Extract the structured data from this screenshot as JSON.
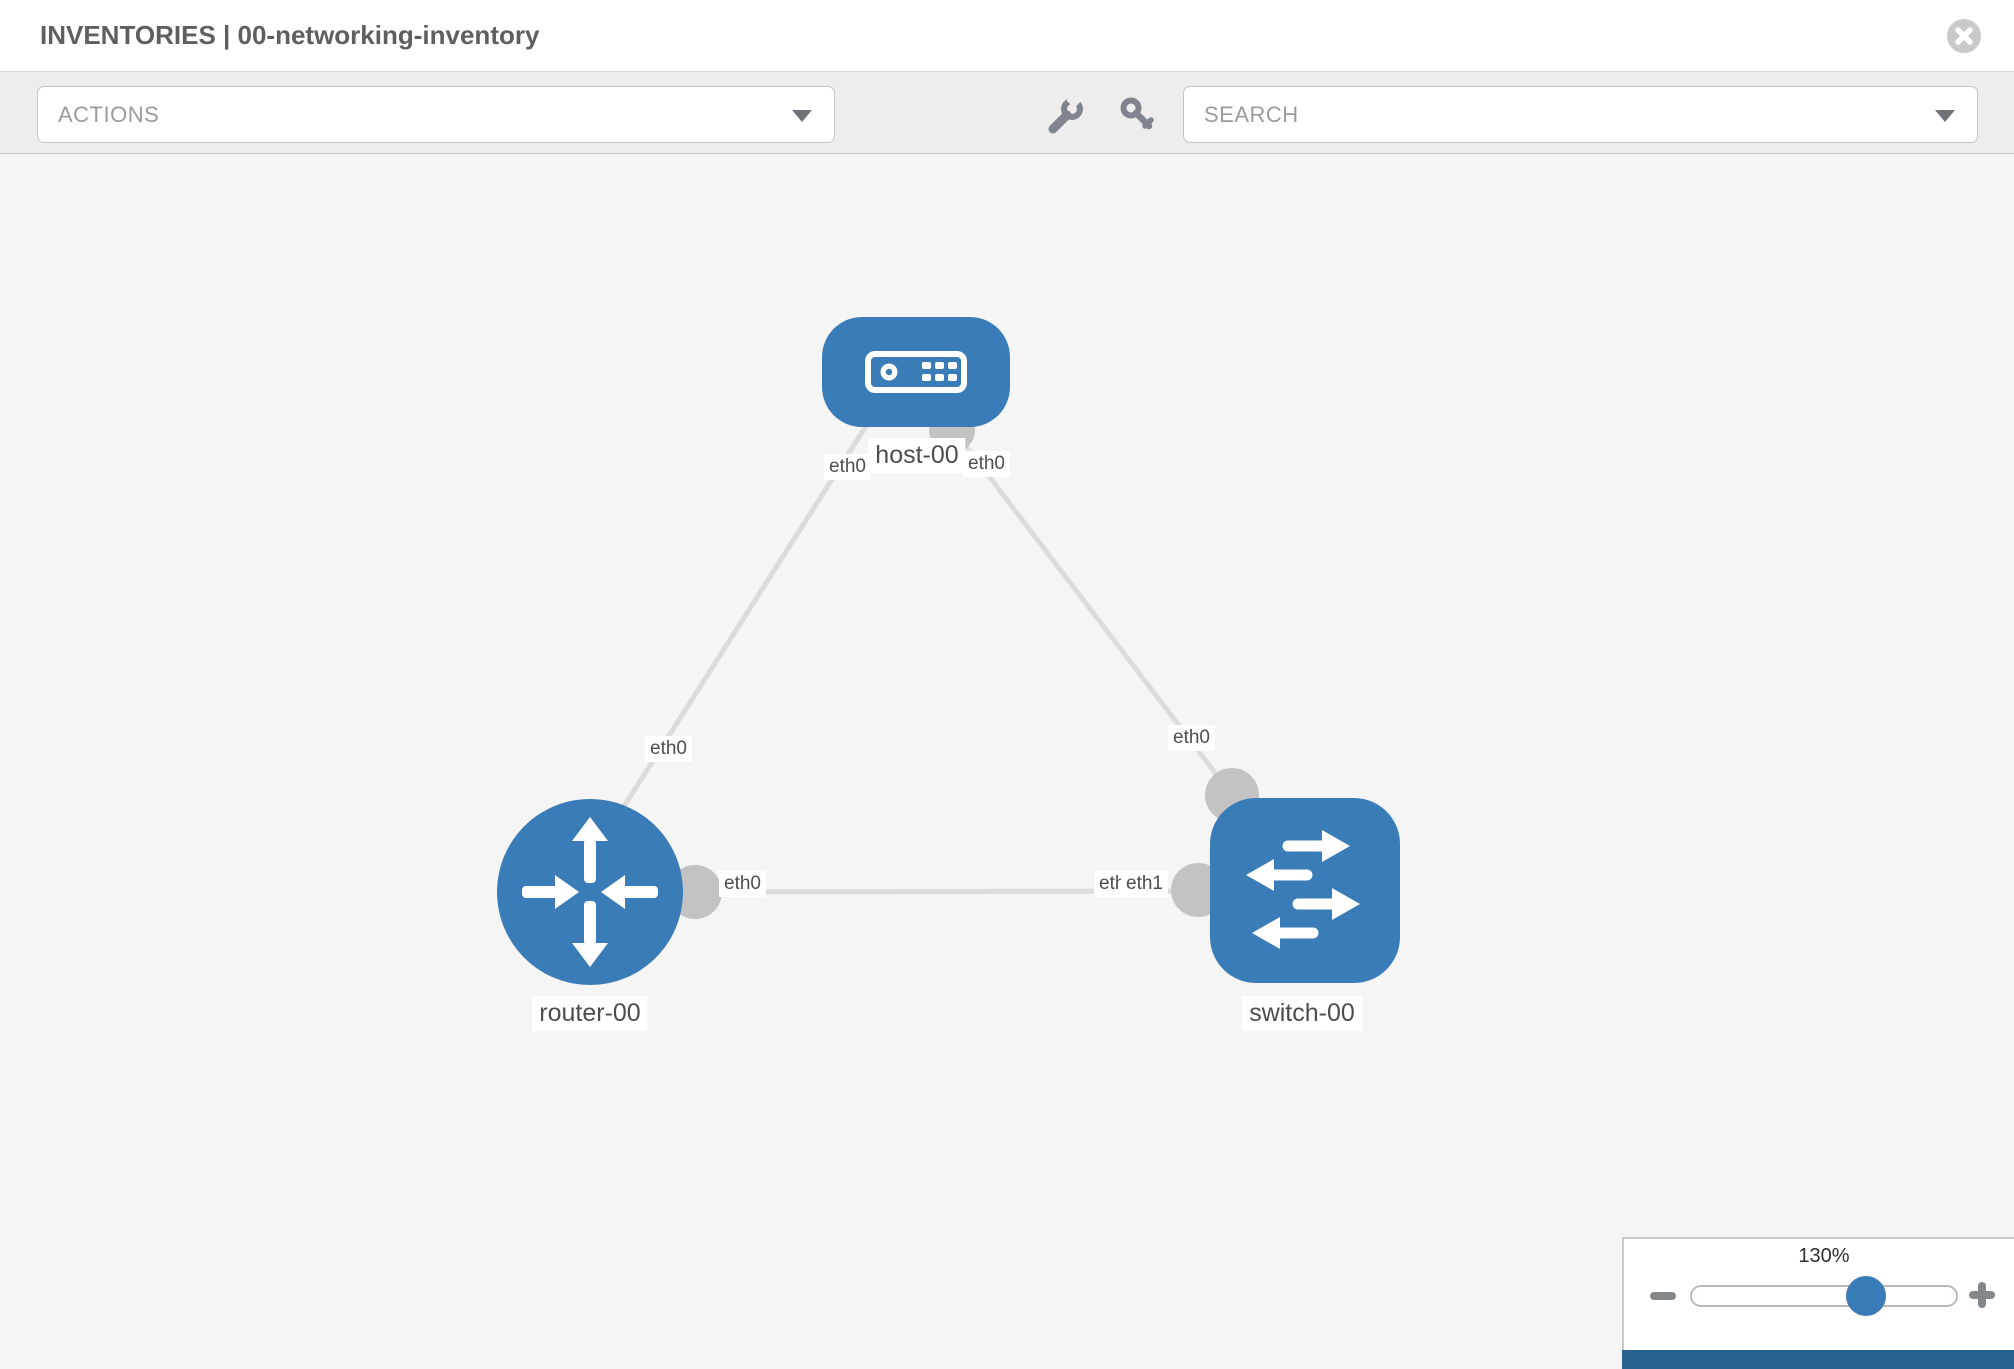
{
  "header": {
    "title": "INVENTORIES | 00-networking-inventory"
  },
  "toolbar": {
    "actions_label": "ACTIONS",
    "search_label": "SEARCH"
  },
  "icons": {
    "close": "circle-x-icon",
    "wrench": "wrench-icon",
    "key": "key-icon",
    "dropdown_caret": "caret-down-icon",
    "zoom_out": "minus-icon",
    "zoom_in": "plus-icon",
    "host_glyph": "server-icon",
    "router_glyph": "router-arrows-icon",
    "switch_glyph": "switch-arrows-icon"
  },
  "topology": {
    "nodes": [
      {
        "label": "host-00",
        "type": "host"
      },
      {
        "label": "router-00",
        "type": "router"
      },
      {
        "label": "switch-00",
        "type": "switch"
      }
    ],
    "links": [
      {
        "source": "router-00",
        "target": "host-00",
        "source_interface": "eth0",
        "target_interface": "eth0"
      },
      {
        "source": "host-00",
        "target": "switch-00",
        "source_interface": "eth0",
        "target_interface": "eth0"
      },
      {
        "source": "router-00",
        "target": "switch-00",
        "source_interface": "eth0",
        "target_interface": "eth1",
        "target_interface_underlay": "eth0"
      }
    ]
  },
  "zoom_control": {
    "level": "130%"
  },
  "colors": {
    "node_fill": "#3a7cb8",
    "link": "#dcdcdc",
    "interface_bubble": "#c3c3c3",
    "toolbar_bg": "#ededed",
    "canvas_bg": "#f5f5f5",
    "accent_bar": "#2a628f"
  }
}
